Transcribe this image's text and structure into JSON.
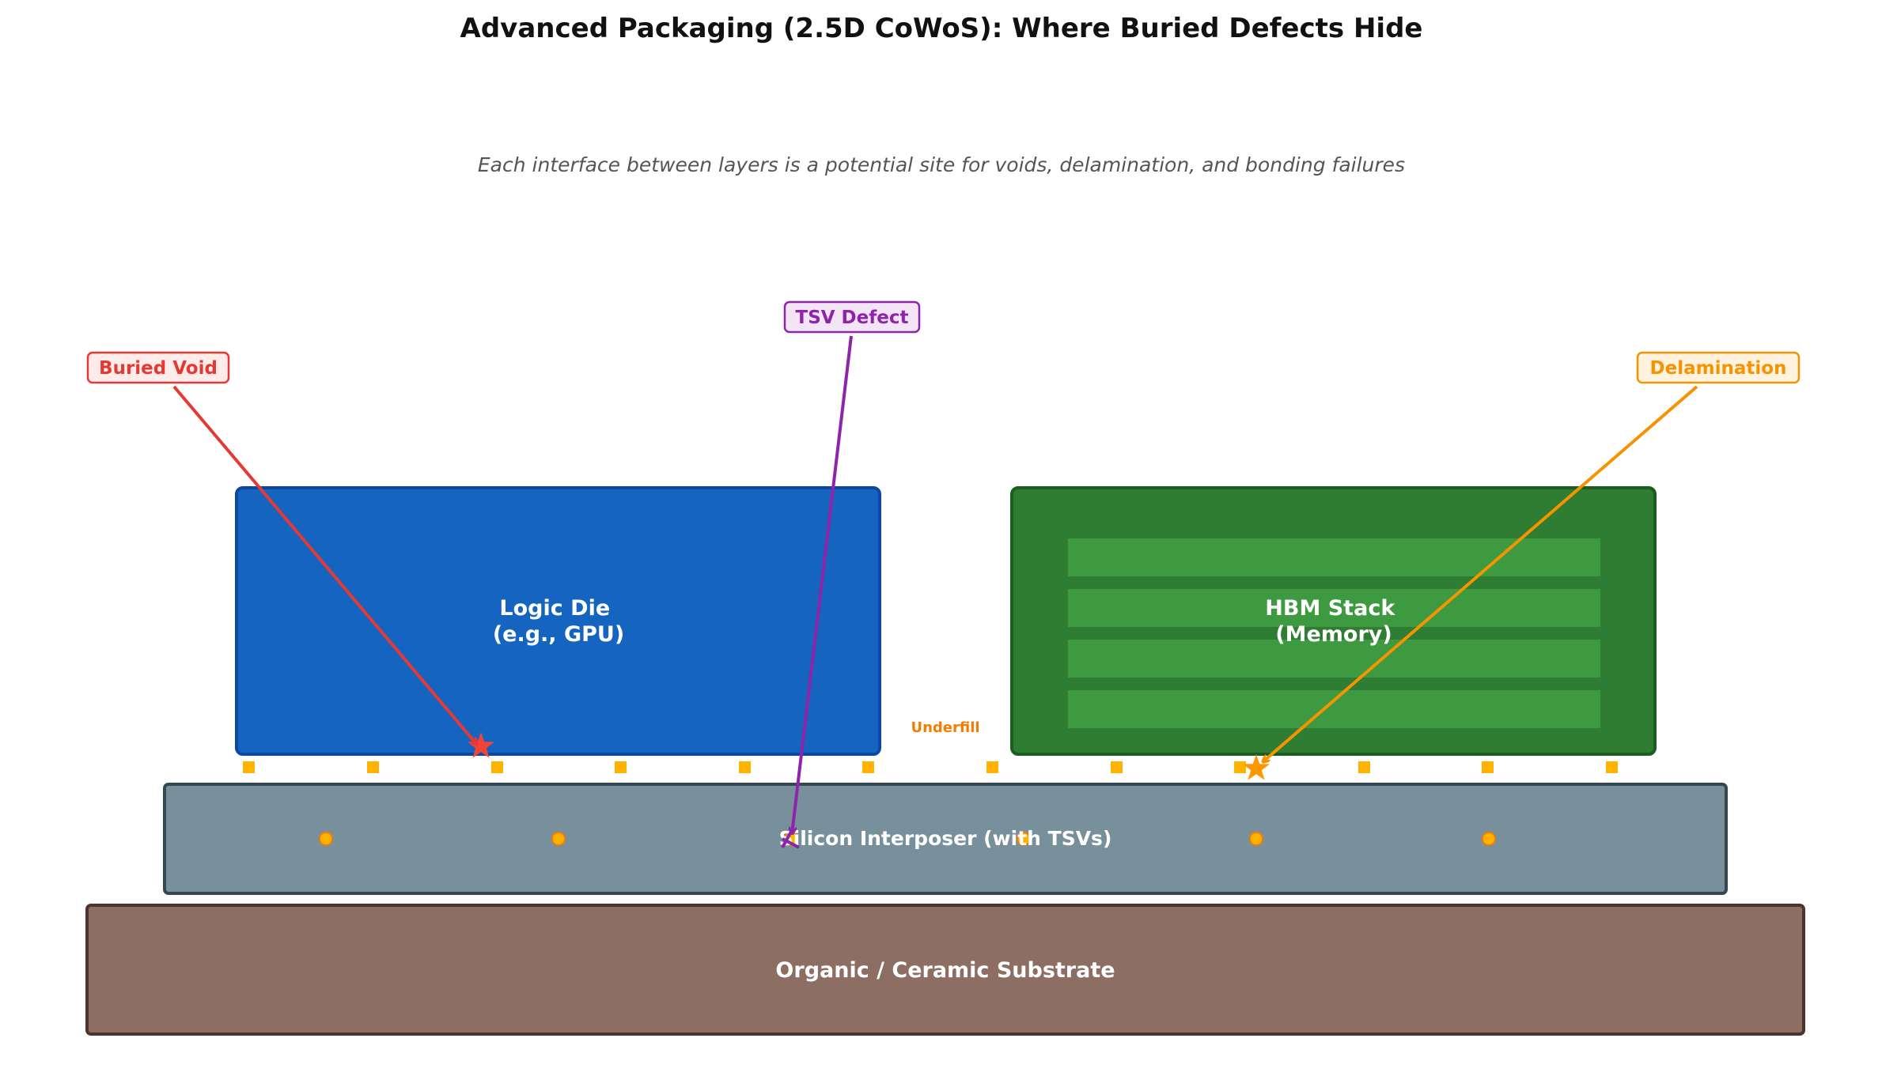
{
  "header": {
    "title": "Advanced Packaging (2.5D CoWoS): Where Buried Defects Hide",
    "subtitle": "Each interface between layers is a potential site for voids, delamination, and bonding failures"
  },
  "layers": {
    "logic_die": {
      "line1": "Logic Die",
      "line2": "(e.g., GPU)",
      "fill": "#1565C0",
      "stroke": "#0D47A1"
    },
    "hbm_stack": {
      "line1": "HBM Stack",
      "line2": "(Memory)",
      "fill": "#2E7D32",
      "stroke": "#1B5E20",
      "layer_fill": "#3D9A41"
    },
    "interposer": {
      "label": "Silicon Interposer (with TSVs)",
      "fill": "#78909C",
      "stroke": "#37474F"
    },
    "substrate": {
      "label": "Organic / Ceramic Substrate",
      "fill": "#8D6E63",
      "stroke": "#4E342E"
    }
  },
  "underfill": {
    "label": "Underfill",
    "color": "#F57C00"
  },
  "bump_color": "#FFB300",
  "callouts": {
    "buried_void": {
      "label": "Buried Void",
      "color": "#E53935",
      "bg": "#FDECEA"
    },
    "tsv_defect": {
      "label": "TSV Defect",
      "color": "#8E24AA",
      "bg": "#F3E5F5"
    },
    "delamination": {
      "label": "Delamination",
      "color": "#F59300",
      "bg": "#FFF3E0"
    }
  }
}
